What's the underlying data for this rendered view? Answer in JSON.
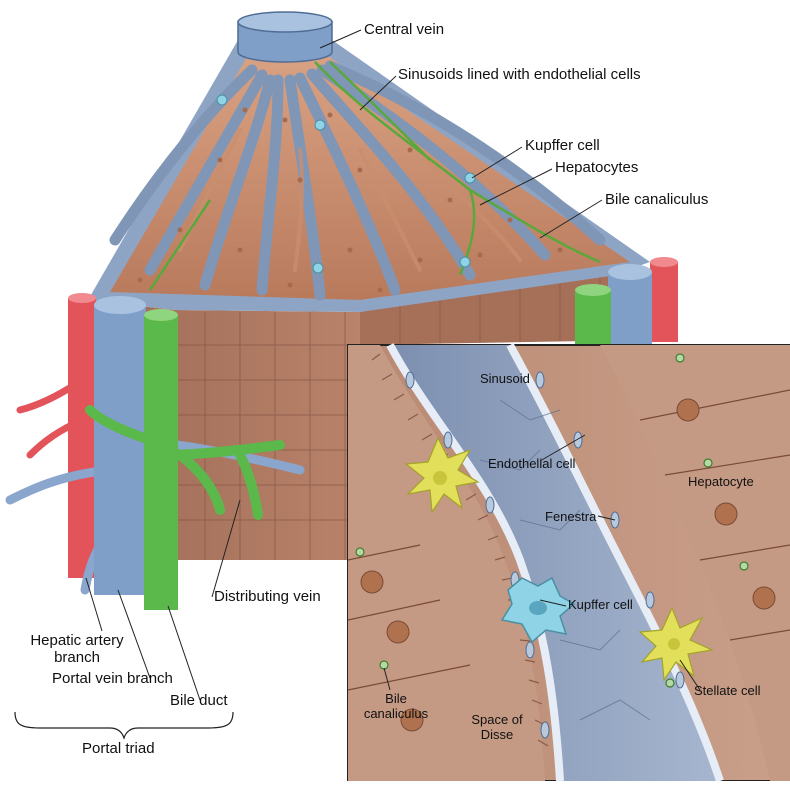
{
  "labels": {
    "central_vein": "Central vein",
    "sinusoids": "Sinusoids lined with endothelial cells",
    "kupffer_cell": "Kupffer cell",
    "hepatocytes": "Hepatocytes",
    "bile_canaliculus": "Bile canaliculus",
    "distributing_vein": "Distributing vein",
    "hepatic_artery_branch_line1": "Hepatic artery",
    "hepatic_artery_branch_line2": "branch",
    "portal_vein_branch": "Portal vein branch",
    "bile_duct": "Bile duct",
    "portal_triad": "Portal triad"
  },
  "inset_labels": {
    "sinusoid": "Sinusoid",
    "endothelial_cell": "Endothelial cell",
    "hepatocyte": "Hepatocyte",
    "fenestra": "Fenestra",
    "kupffer_cell": "Kupffer cell",
    "stellate_cell": "Stellate cell",
    "bile_canaliculus_line1": "Bile",
    "bile_canaliculus_line2": "canaliculus",
    "space_of_disse_line1": "Space of",
    "space_of_disse_line2": "Disse"
  },
  "colors": {
    "hepatocyte_tissue": "#c98e6e",
    "sinusoid_blue": "#7f96b6",
    "artery_red": "#e2545a",
    "portal_vein_blue": "#7f9fc9",
    "bile_duct_green": "#5bb84a",
    "kupffer_cyan": "#8fd3e6",
    "stellate_yellow": "#e2e05a"
  }
}
